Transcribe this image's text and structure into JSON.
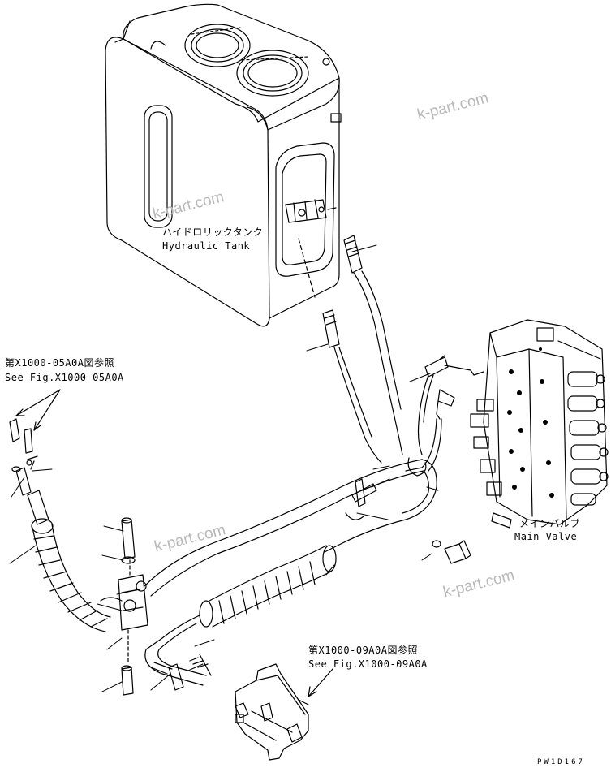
{
  "labels": {
    "tank_jp": "ハイドロリックタンク",
    "tank_en": "Hydraulic Tank",
    "ref1_jp": "第X1000-05A0A図参照",
    "ref1_en": "See Fig.X1000-05A0A",
    "ref2_jp": "第X1000-09A0A図参照",
    "ref2_en": "See Fig.X1000-09A0A",
    "valve_jp": "メインバルブ",
    "valve_en": "Main Valve"
  },
  "watermarks": [
    "k-part.com",
    "k-part.com",
    "k-part.com",
    "k-part.com"
  ],
  "drawing_code": "PW1D167"
}
